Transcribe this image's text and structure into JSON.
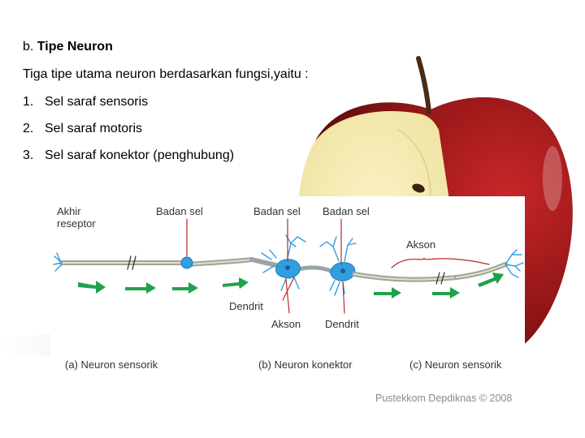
{
  "slide": {
    "heading_prefix": "b.",
    "heading_title": "Tipe Neuron",
    "intro": "Tiga tipe utama neuron berdasarkan fungsi,yaitu :",
    "items": [
      {
        "num": "1.",
        "text": "Sel saraf sensoris"
      },
      {
        "num": "2.",
        "text": "Sel saraf motoris"
      },
      {
        "num": "3.",
        "text": "Sel saraf konektor (penghubung)"
      }
    ]
  },
  "figure": {
    "labels": {
      "akhir_reseptor_1": "Akhir",
      "akhir_reseptor_2": "reseptor",
      "badan_sel_a": "Badan sel",
      "badan_sel_b": "Badan sel",
      "badan_sel_c": "Badan sel",
      "akson_c": "Akson",
      "dendrit_b1": "Dendrit",
      "akson_b": "Akson",
      "dendrit_b2": "Dendrit"
    },
    "captions": {
      "a": "(a) Neuron sensorik",
      "b": "(b) Neuron konektor",
      "c": "(c) Neuron sensorik"
    },
    "credit": "Pustekkom Depdiknas © 2008",
    "colors": {
      "arrow": "#1fa24a",
      "axon": "#9aa3a8",
      "cell": "#2f9fe0",
      "pointer": "#c0262b"
    }
  }
}
